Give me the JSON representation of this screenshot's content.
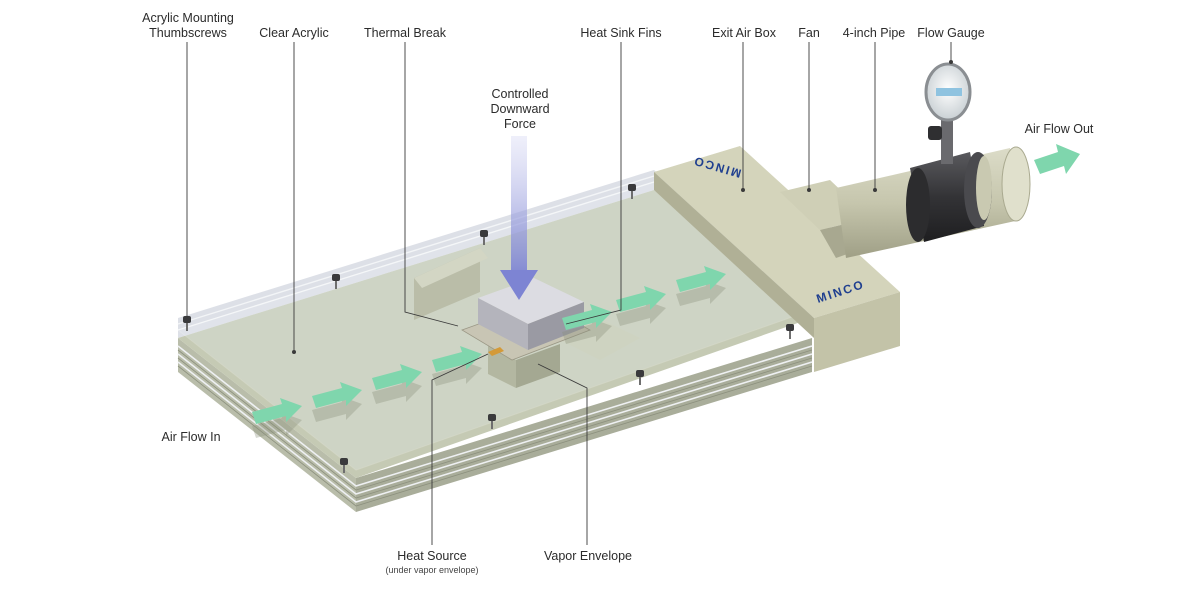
{
  "labels": {
    "acrylic_mounting_thumbscrews": [
      "Acrylic Mounting",
      "Thumbscrews"
    ],
    "clear_acrylic": "Clear Acrylic",
    "thermal_break": "Thermal Break",
    "controlled_downward_force": [
      "Controlled",
      "Downward",
      "Force"
    ],
    "heat_sink_fins": "Heat Sink Fins",
    "exit_air_box": "Exit Air Box",
    "fan": "Fan",
    "four_inch_pipe": "4-inch Pipe",
    "flow_gauge": "Flow Gauge",
    "air_flow_out": "Air Flow Out",
    "air_flow_in": "Air Flow In",
    "heat_source": "Heat Source",
    "heat_source_note": "(under vapor envelope)",
    "vapor_envelope": "Vapor Envelope"
  },
  "brand": "MINCO",
  "colors": {
    "flow_arrow": "#7fd6ad",
    "force_arrow": "#8f95d8",
    "air_box": "#cfcfb4",
    "base_plate": "#c5cab4",
    "gauge_collar": "#3a3a3c",
    "brand_text": "#1f3f8f"
  }
}
